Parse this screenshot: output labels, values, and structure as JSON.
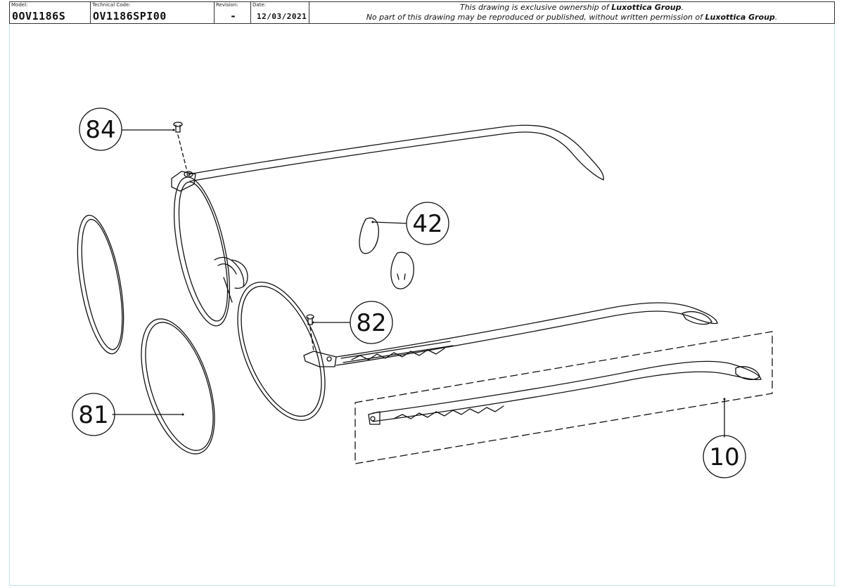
{
  "title_block": {
    "model_label": "Model:",
    "model_value": "0OV1186S",
    "tech_label": "Technical Code:",
    "tech_value": "OV1186SPI00",
    "revision_label": "Revision:",
    "revision_value": "-",
    "date_label": "Date:",
    "date_value": "12/03/2021",
    "notice_line1_a": "This drawing is exclusive ownership of ",
    "notice_line1_b": "Luxottica Group",
    "notice_line1_c": ".",
    "notice_line2_a": "No part of this drawing may be reproduced or published, without written permission of ",
    "notice_line2_b": "Luxottica Group",
    "notice_line2_c": "."
  },
  "callouts": {
    "c84": "84",
    "c42": "42",
    "c82": "82",
    "c81": "81",
    "c10": "10"
  },
  "colors": {
    "line": "#111111",
    "sheet_border": "#bfe3e3"
  }
}
